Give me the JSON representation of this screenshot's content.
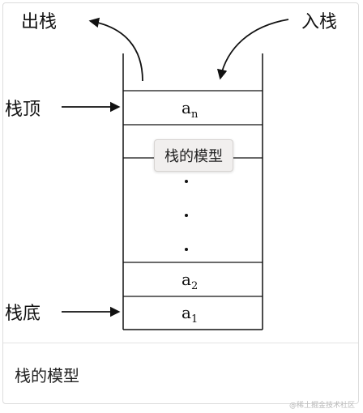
{
  "figure": {
    "label_pop": "出栈",
    "label_push": "入栈",
    "label_top": "栈顶",
    "label_bottom": "栈底",
    "cell_top_base": "a",
    "cell_top_sub": "n",
    "cell_2_base": "a",
    "cell_2_sub": "2",
    "cell_1_base": "a",
    "cell_1_sub": "1"
  },
  "tooltip": {
    "text": "栈的模型"
  },
  "caption": {
    "text": "栈的模型"
  },
  "watermark": {
    "text": "@稀土掘金技术社区"
  }
}
